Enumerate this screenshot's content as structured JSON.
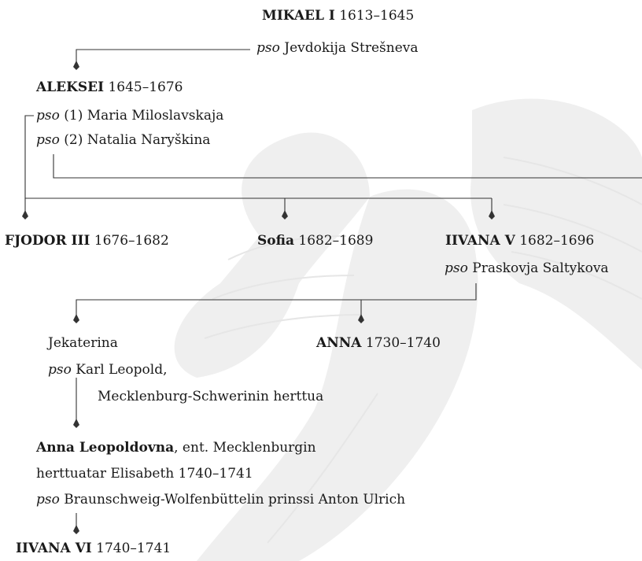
{
  "colors": {
    "text": "#1a1a1a",
    "line": "#333333",
    "watermark": "#ececec",
    "background": "#ffffff"
  },
  "persons": {
    "mikael": {
      "name": "MIKAEL I",
      "years": "1613–1645",
      "spouse_prefix": "pso",
      "spouse": "Jevdokija Strešneva"
    },
    "aleksei": {
      "name": "ALEKSEI",
      "years": "1645–1676",
      "spouse1_prefix": "pso",
      "spouse1": "(1) Maria Miloslavskaja",
      "spouse2_prefix": "pso",
      "spouse2": "(2) Natalia Naryškina"
    },
    "fjodor": {
      "name": "FJODOR III",
      "years": "1676–1682"
    },
    "sofia": {
      "name": "Sofia",
      "years": "1682–1689"
    },
    "ivan5": {
      "name": "IIVANA V",
      "years": "1682–1696",
      "spouse_prefix": "pso",
      "spouse": "Praskovja Saltykova"
    },
    "jekaterina": {
      "name": "Jekaterina",
      "spouse_prefix": "pso",
      "spouse": "Karl Leopold,",
      "spouse_title": "Mecklenburg-Schwerinin herttua"
    },
    "anna": {
      "name": "ANNA",
      "years": "1730–1740"
    },
    "anna_leopoldovna": {
      "name": "Anna Leopoldovna",
      "title1": ", ent. Mecklenburgin",
      "title2": "herttuatar Elisabeth 1740–1741",
      "spouse_prefix": "pso",
      "spouse": "Braunschweig-Wolfenbüttelin prinssi Anton Ulrich"
    },
    "ivan6": {
      "name": "IIVANA VI",
      "years": "1740–1741"
    }
  }
}
